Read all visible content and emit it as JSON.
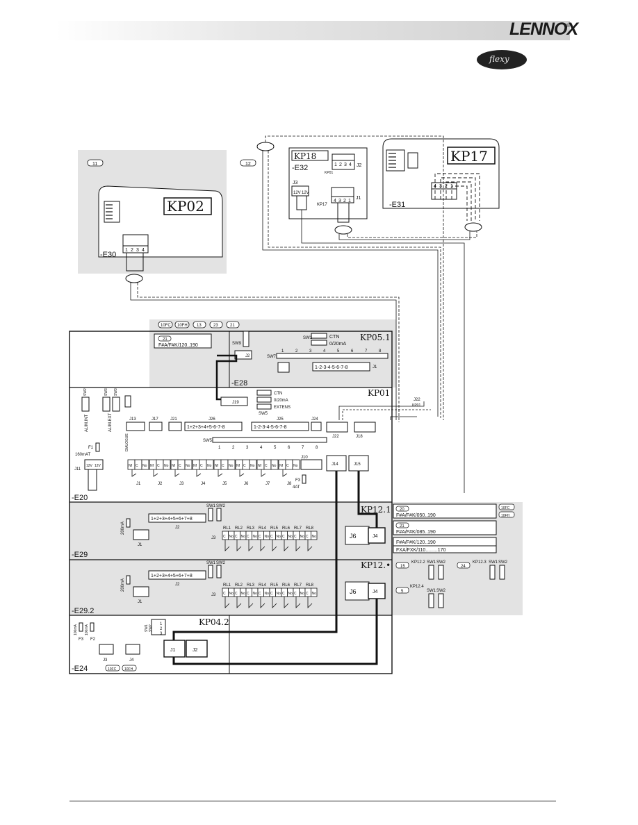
{
  "header": {
    "brand": "LENNOX",
    "registered": "®",
    "product_logo": "flexy"
  },
  "panels": {
    "kp02": {
      "tag": "11",
      "board": "KP02",
      "ref": "-E30",
      "pins": [
        "1",
        "2",
        "3",
        "4"
      ]
    },
    "kp18": {
      "tag": "12",
      "board": "KP18",
      "ref": "-E32",
      "j2": "J2",
      "j3": "J3",
      "j1": "J1",
      "kp01": "KP01",
      "kp17": "KP17",
      "v12": "12V",
      "pins": [
        "1",
        "2",
        "3",
        "4"
      ],
      "pins_rev": [
        "4",
        "3",
        "2",
        "1"
      ]
    },
    "kp17": {
      "board": "KP17",
      "ref": "-E31",
      "pins": [
        "4",
        "3",
        "2",
        "1"
      ]
    },
    "kp051": {
      "tags": [
        "10FC",
        "10FH",
        "13",
        "23",
        "21"
      ],
      "inner_tag": "21",
      "model": "F#A/F#K/120..190",
      "board": "KP05.1",
      "ref": "-E28",
      "sw9": "SW9",
      "sw1": "SW1",
      "ctn": "CTN",
      "ma": "0/20mA",
      "sw7": "SW7",
      "j1": "J1",
      "j2": "J2",
      "sw7_nums": [
        "1",
        "2",
        "3",
        "4",
        "5",
        "6",
        "7",
        "8"
      ],
      "j1_pins": "1-2-3-4-5-6-7-8"
    },
    "kp01": {
      "board": "KP01",
      "ref": "-E20",
      "j19": "J19",
      "sw5a": "SW5",
      "sw5b": "SW5",
      "ctn": "CTN",
      "ma": "0/20mA",
      "extens": "EXTENS",
      "j22_label": "J22",
      "kp01_label": "KP01",
      "alim_int": "ALIM.INT",
      "alim_ext": "ALIM.EXT",
      "sw2": "SW2",
      "sw3": "SW3",
      "sw3b": "SW3",
      "dialogue": "DIALOGUE",
      "j13": "J13",
      "j17": "J17",
      "j21": "J21",
      "j26": "J26",
      "j25": "J25",
      "j24": "J24",
      "j22": "J22",
      "j18": "J18",
      "j26_pins": "1+2+3+4+5-6-7-8",
      "j25_pins": "1-2-3-4-5-6-7-8",
      "sw5_nums": [
        "1",
        "2",
        "3",
        "4",
        "5",
        "6",
        "7",
        "8"
      ],
      "f1": "F1",
      "f1_val": "160mAT",
      "j11": "J11",
      "v12": "12V",
      "relays": [
        "J1",
        "J2",
        "J3",
        "J4",
        "J5",
        "J6",
        "J7",
        "J8"
      ],
      "contact": [
        "Nf",
        "C",
        "No"
      ],
      "j10": "J10",
      "j14": "J14",
      "j15": "J15",
      "f3": "F3",
      "f3_val": "4AT"
    },
    "kp121": {
      "board": "KP12.1",
      "ref": "-E29",
      "sw1": "SW1",
      "sw2": "SW2",
      "j2_pins": "1+2+3+4+5+6+7+8",
      "j2": "J2",
      "fuse": "200mA",
      "j1": "J1",
      "j3": "J3",
      "relays": [
        "RL1",
        "RL2",
        "RL3",
        "RL4",
        "RL5",
        "RL6",
        "RL7",
        "RL8"
      ],
      "contact": [
        "C",
        "No"
      ],
      "j6": "J6",
      "j4": "J4"
    },
    "kp122": {
      "board": "KP12.•",
      "ref": "-E29.2",
      "sw1": "SW1",
      "sw2": "SW2",
      "j2_pins": "1+2+3+4+5+6+7+8",
      "j2": "J2",
      "fuse": "200mA",
      "j1": "J1",
      "j3": "J3",
      "relays": [
        "RL1",
        "RL2",
        "RL3",
        "RL4",
        "RL5",
        "RL6",
        "RL7",
        "RL8"
      ],
      "contact": [
        "C",
        "No"
      ],
      "j6": "J6",
      "j4": "J4"
    },
    "kp042": {
      "board": "KP04.2",
      "ref": "-E24",
      "sw1": "SW1",
      "sw2": "SW2",
      "f3": "F3",
      "f2": "F2",
      "f_val": "100mA",
      "j3": "J3",
      "j4": "J4",
      "j1": "J1",
      "j2": "J2",
      "pins": [
        "1",
        "2",
        "3"
      ],
      "tags": [
        "10FC",
        "10FH"
      ]
    },
    "legend": {
      "side_tags": [
        "10FC",
        "10FH"
      ],
      "rows": [
        {
          "tag": "20",
          "text": "F#A/F#K/050..190"
        },
        {
          "tag": "21",
          "text": "F#A/F#K/085..190"
        },
        {
          "tag": "",
          "text": "F#A/F#K/120..190"
        },
        {
          "tag": "",
          "text": "FXA/FXK/110.........170"
        }
      ],
      "switches": [
        {
          "tag": "15",
          "board": "KP12.2"
        },
        {
          "tag": "24",
          "board": "KP12.3"
        },
        {
          "tag": "5",
          "board": "KP12.4"
        }
      ],
      "sw1": "SW1",
      "sw2": "SW2"
    }
  }
}
